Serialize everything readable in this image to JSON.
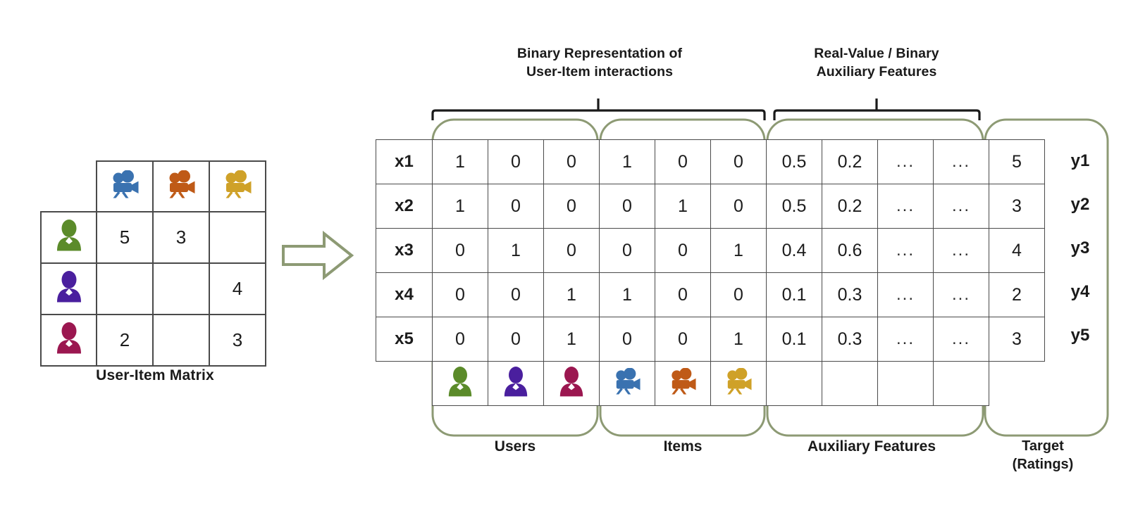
{
  "user_item_matrix": {
    "caption": "User-Item Matrix",
    "column_icons": [
      "camera-blue",
      "camera-orange",
      "camera-gold"
    ],
    "row_icons": [
      "user-green",
      "user-purple",
      "user-magenta"
    ],
    "ratings": [
      [
        "5",
        "3",
        ""
      ],
      [
        "",
        "",
        "4"
      ],
      [
        "2",
        "",
        "3"
      ]
    ]
  },
  "arrow": {
    "name": "transform-arrow"
  },
  "top_labels": {
    "binary": "Binary Representation of\nUser-Item interactions",
    "binary_line1": "Binary Representation of",
    "binary_line2": "User-Item interactions",
    "aux": "Real-Value / Binary\nAuxiliary Features",
    "aux_line1": "Real-Value / Binary",
    "aux_line2": "Auxiliary Features"
  },
  "feature_table": {
    "row_labels": [
      "x1",
      "x2",
      "x3",
      "x4",
      "x5"
    ],
    "target_labels": [
      "y1",
      "y2",
      "y3",
      "y4",
      "y5"
    ],
    "users": [
      [
        "1",
        "0",
        "0"
      ],
      [
        "1",
        "0",
        "0"
      ],
      [
        "0",
        "1",
        "0"
      ],
      [
        "0",
        "0",
        "1"
      ],
      [
        "0",
        "0",
        "1"
      ]
    ],
    "items": [
      [
        "1",
        "0",
        "0"
      ],
      [
        "0",
        "1",
        "0"
      ],
      [
        "0",
        "0",
        "1"
      ],
      [
        "1",
        "0",
        "0"
      ],
      [
        "0",
        "0",
        "1"
      ]
    ],
    "auxiliary": [
      [
        "0.5",
        "0.2",
        "...",
        "..."
      ],
      [
        "0.5",
        "0.2",
        "...",
        "..."
      ],
      [
        "0.4",
        "0.6",
        "...",
        "..."
      ],
      [
        "0.1",
        "0.3",
        "...",
        "..."
      ],
      [
        "0.1",
        "0.3",
        "...",
        "..."
      ]
    ],
    "target": [
      "5",
      "3",
      "4",
      "2",
      "3"
    ],
    "footer_icons_users": [
      "user-green",
      "user-purple",
      "user-magenta"
    ],
    "footer_icons_items": [
      "camera-blue",
      "camera-orange",
      "camera-gold"
    ]
  },
  "bottom_labels": {
    "users": "Users",
    "items": "Items",
    "auxiliary": "Auxiliary Features",
    "target_line1": "Target",
    "target_line2": "(Ratings)"
  },
  "colors": {
    "user_green": "#5b8b2a",
    "user_purple": "#4a1f9e",
    "user_magenta": "#9b1750",
    "camera_blue": "#3a72b0",
    "camera_orange": "#bf5a17",
    "camera_gold": "#cfa128",
    "group_outline": "#8d9a74",
    "grid_line": "#4a4a4a",
    "bracket": "#1a1a1a",
    "text": "#1a1a1a"
  }
}
